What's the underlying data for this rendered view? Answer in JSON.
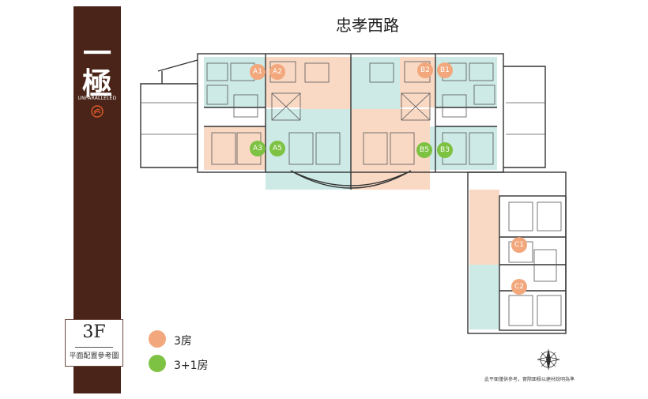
{
  "brand": {
    "logo_main": "一",
    "logo_main2": "極",
    "logo_sub": "UNPARALLELED"
  },
  "floor": {
    "label": "3F",
    "subtitle": "平面配置參考圖"
  },
  "street_name": "忠孝西路",
  "legend": [
    {
      "label": "3房",
      "color": "#f2a77c"
    },
    {
      "label": "3+1房",
      "color": "#7dc242"
    }
  ],
  "units": [
    {
      "label": "A1",
      "color": "#f2a77c"
    },
    {
      "label": "A2",
      "color": "#f2a77c"
    },
    {
      "label": "B2",
      "color": "#f2a77c"
    },
    {
      "label": "B1",
      "color": "#f2a77c"
    },
    {
      "label": "A3",
      "color": "#7dc242"
    },
    {
      "label": "A5",
      "color": "#7dc242"
    },
    {
      "label": "B5",
      "color": "#7dc242"
    },
    {
      "label": "B3",
      "color": "#7dc242"
    },
    {
      "label": "C1",
      "color": "#f2a77c"
    },
    {
      "label": "C2",
      "color": "#f2a77c"
    }
  ],
  "colors": {
    "peach_zone": "#f9d9c4",
    "teal_zone": "#cdeae6",
    "wall": "#333333",
    "sidebar": "#4a2418"
  },
  "disclaimer": "此平面僅供參考，實際面積以建材說明為準"
}
